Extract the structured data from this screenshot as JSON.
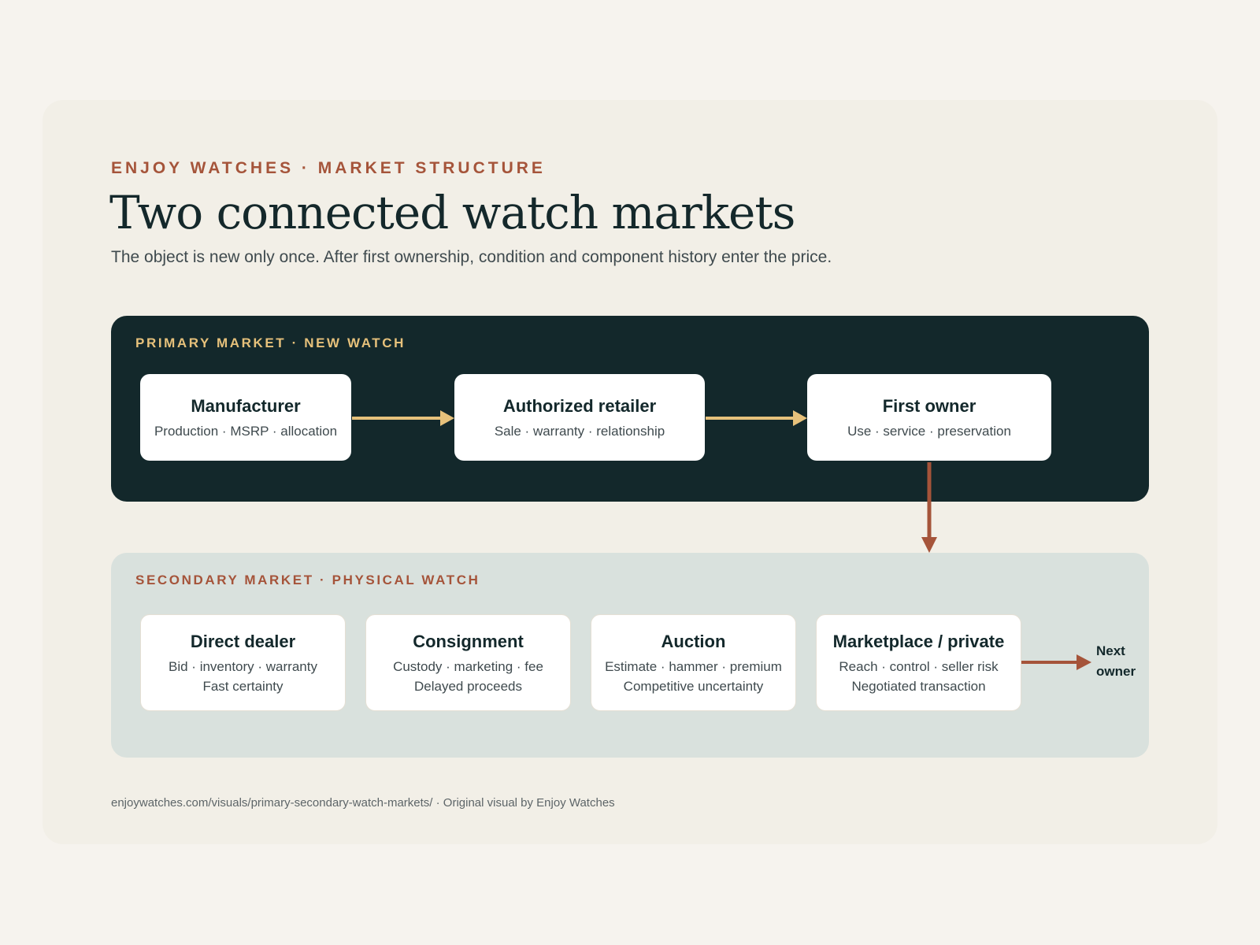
{
  "header": {
    "kicker": "ENJOY WATCHES · MARKET STRUCTURE",
    "title": "Two connected watch markets",
    "subtitle": "The object is new only once. After first ownership, condition and component history enter the price."
  },
  "primary": {
    "label": "PRIMARY MARKET · NEW WATCH",
    "nodes": [
      {
        "title": "Manufacturer",
        "line1": "Production · MSRP · allocation"
      },
      {
        "title": "Authorized retailer",
        "line1": "Sale · warranty · relationship"
      },
      {
        "title": "First owner",
        "line1": "Use · service · preservation"
      }
    ]
  },
  "secondary": {
    "label": "SECONDARY MARKET · PHYSICAL WATCH",
    "nodes": [
      {
        "title": "Direct dealer",
        "line1": "Bid · inventory · warranty",
        "line2": "Fast certainty"
      },
      {
        "title": "Consignment",
        "line1": "Custody · marketing · fee",
        "line2": "Delayed proceeds"
      },
      {
        "title": "Auction",
        "line1": "Estimate · hammer · premium",
        "line2": "Competitive uncertainty"
      },
      {
        "title": "Marketplace / private",
        "line1": "Reach · control · seller risk",
        "line2": "Negotiated transaction"
      }
    ],
    "exit_label_line1": "Next",
    "exit_label_line2": "owner"
  },
  "footer": {
    "text": "enjoywatches.com/visuals/primary-secondary-watch-markets/ · Original visual by Enjoy Watches"
  },
  "colors": {
    "accent_rust": "#a5543a",
    "accent_gold": "#e6c17b",
    "dark_teal": "#13282b",
    "sage": "#d9e1dd",
    "card_bg": "#f2efe7",
    "page_bg": "#f6f3ee"
  }
}
